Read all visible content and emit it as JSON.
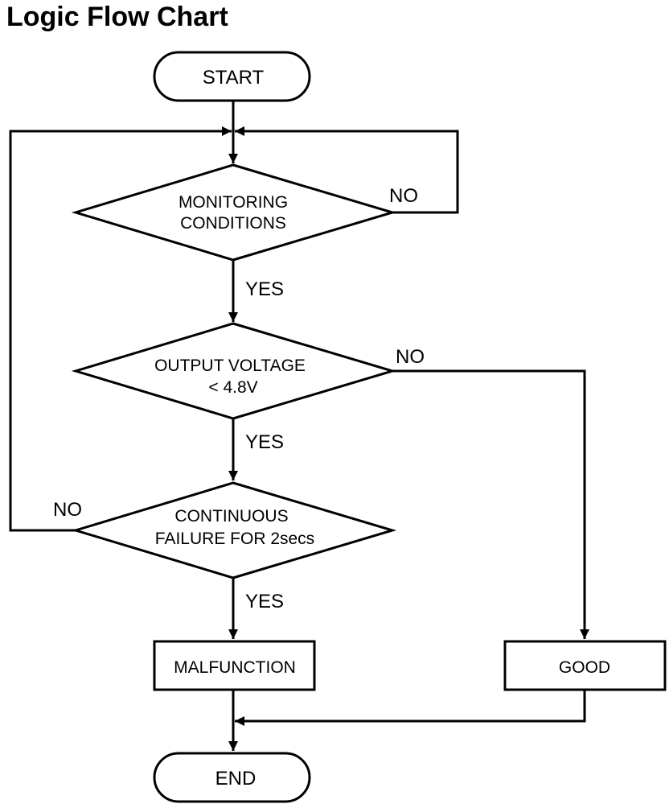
{
  "title": "Logic Flow Chart",
  "nodes": {
    "start": "START",
    "monitoring": [
      "MONITORING",
      "CONDITIONS"
    ],
    "voltage": [
      "OUTPUT VOLTAGE",
      "< 4.8V"
    ],
    "continuous": [
      "CONTINUOUS",
      "FAILURE FOR 2secs"
    ],
    "malfunction": "MALFUNCTION",
    "good": "GOOD",
    "end": "END"
  },
  "branches": {
    "monitoring_no": "NO",
    "monitoring_yes": "YES",
    "voltage_no": "NO",
    "voltage_yes": "YES",
    "continuous_no": "NO",
    "continuous_yes": "YES"
  }
}
